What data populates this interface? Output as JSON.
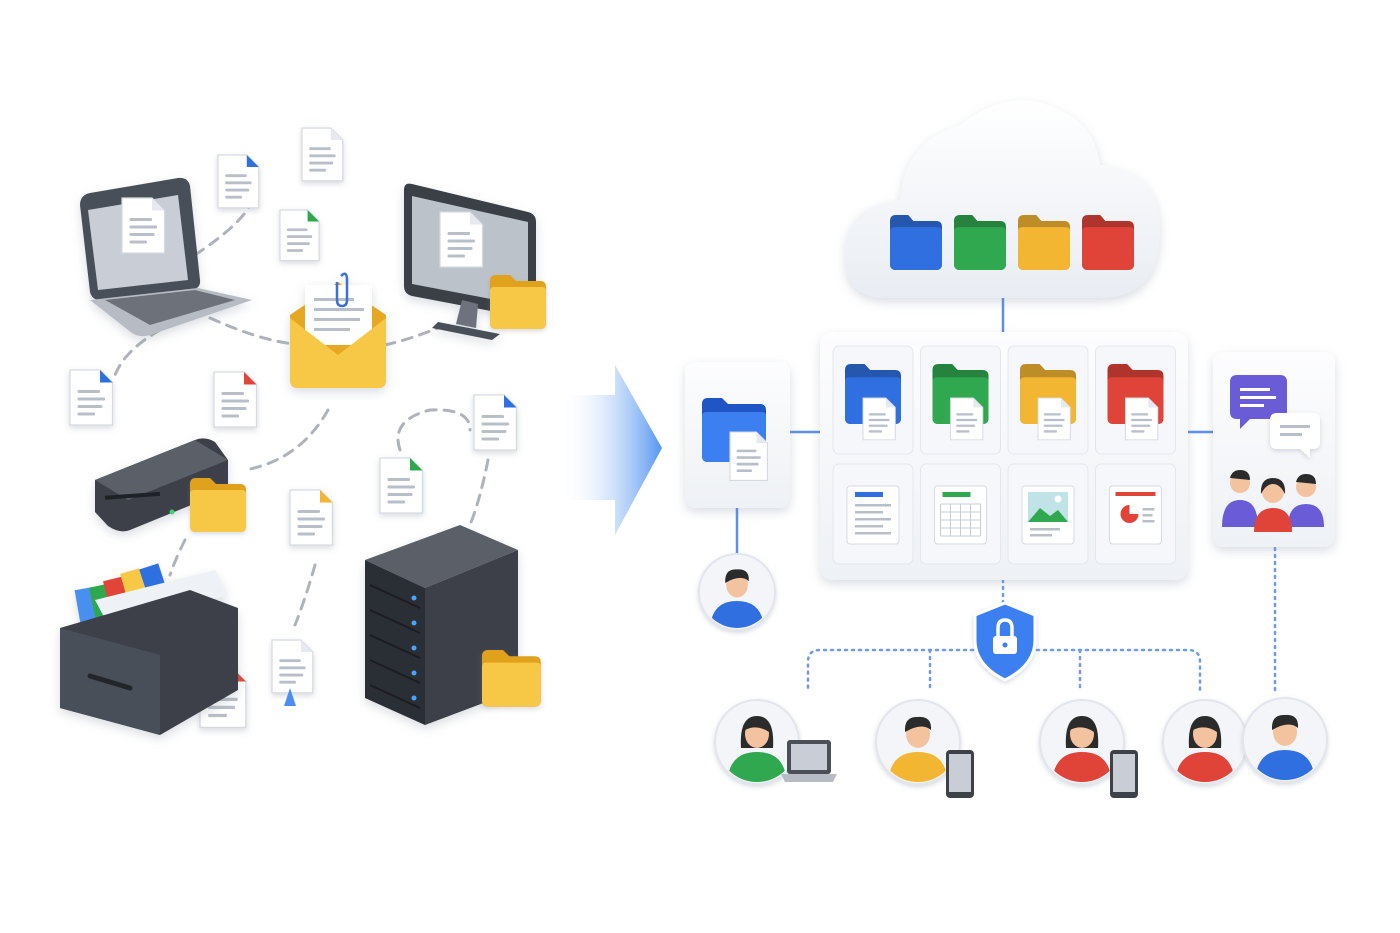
{
  "diagram": {
    "left_scene": {
      "devices": [
        {
          "name": "laptop-icon"
        },
        {
          "name": "desktop-monitor-icon"
        },
        {
          "name": "email-envelope-icon"
        },
        {
          "name": "external-drive-icon"
        },
        {
          "name": "file-cabinet-drawer-icon"
        },
        {
          "name": "server-rack-icon"
        }
      ],
      "loose_documents": 12,
      "connector_style": "dashed gray"
    },
    "arrow": {
      "direction": "right",
      "color": "#4a8ff0"
    },
    "right_scene": {
      "cloud_folders": [
        "#2f6fe0",
        "#2fa84f",
        "#f2b632",
        "#e04438"
      ],
      "hub_folders": [
        "#2f6fe0",
        "#2fa84f",
        "#f2b632",
        "#e04438"
      ],
      "hub_files": [
        {
          "kind": "document-icon",
          "accent": "#2f6fe0"
        },
        {
          "kind": "spreadsheet-icon",
          "accent": "#2fa84f"
        },
        {
          "kind": "image-icon",
          "accent": "#2fa84f"
        },
        {
          "kind": "presentation-icon",
          "accent": "#e04438"
        }
      ],
      "left_panel": {
        "icon": "shared-folder-icon",
        "accent": "#2f6fe0"
      },
      "right_panel": {
        "icons": [
          "chat-bubble-icon",
          "chat-bubble-icon",
          "team-icon"
        ]
      },
      "security": {
        "icon": "lock-shield-icon",
        "color": "#2f6fe0"
      },
      "users": [
        {
          "shirt": "#2f6fe0",
          "hair": "#2b2b2b",
          "device": "none"
        },
        {
          "shirt": "#2fa84f",
          "hair": "#2b2b2b",
          "device": "laptop"
        },
        {
          "shirt": "#f2b632",
          "hair": "#2b2b2b",
          "device": "phone"
        },
        {
          "shirt": "#e04438",
          "hair": "#2b2b2b",
          "device": "phone"
        },
        {
          "shirt": "#e04438",
          "hair": "#2b2b2b",
          "device": "none"
        },
        {
          "shirt": "#2f6fe0",
          "hair": "#2b2b2b",
          "device": "none"
        }
      ]
    },
    "colors": {
      "blue": "#2f6fe0",
      "green": "#2fa84f",
      "yellow": "#f2b632",
      "red": "#e04438",
      "connector_blue": "#5b8fe8",
      "dark_device": "#3d4148"
    }
  }
}
